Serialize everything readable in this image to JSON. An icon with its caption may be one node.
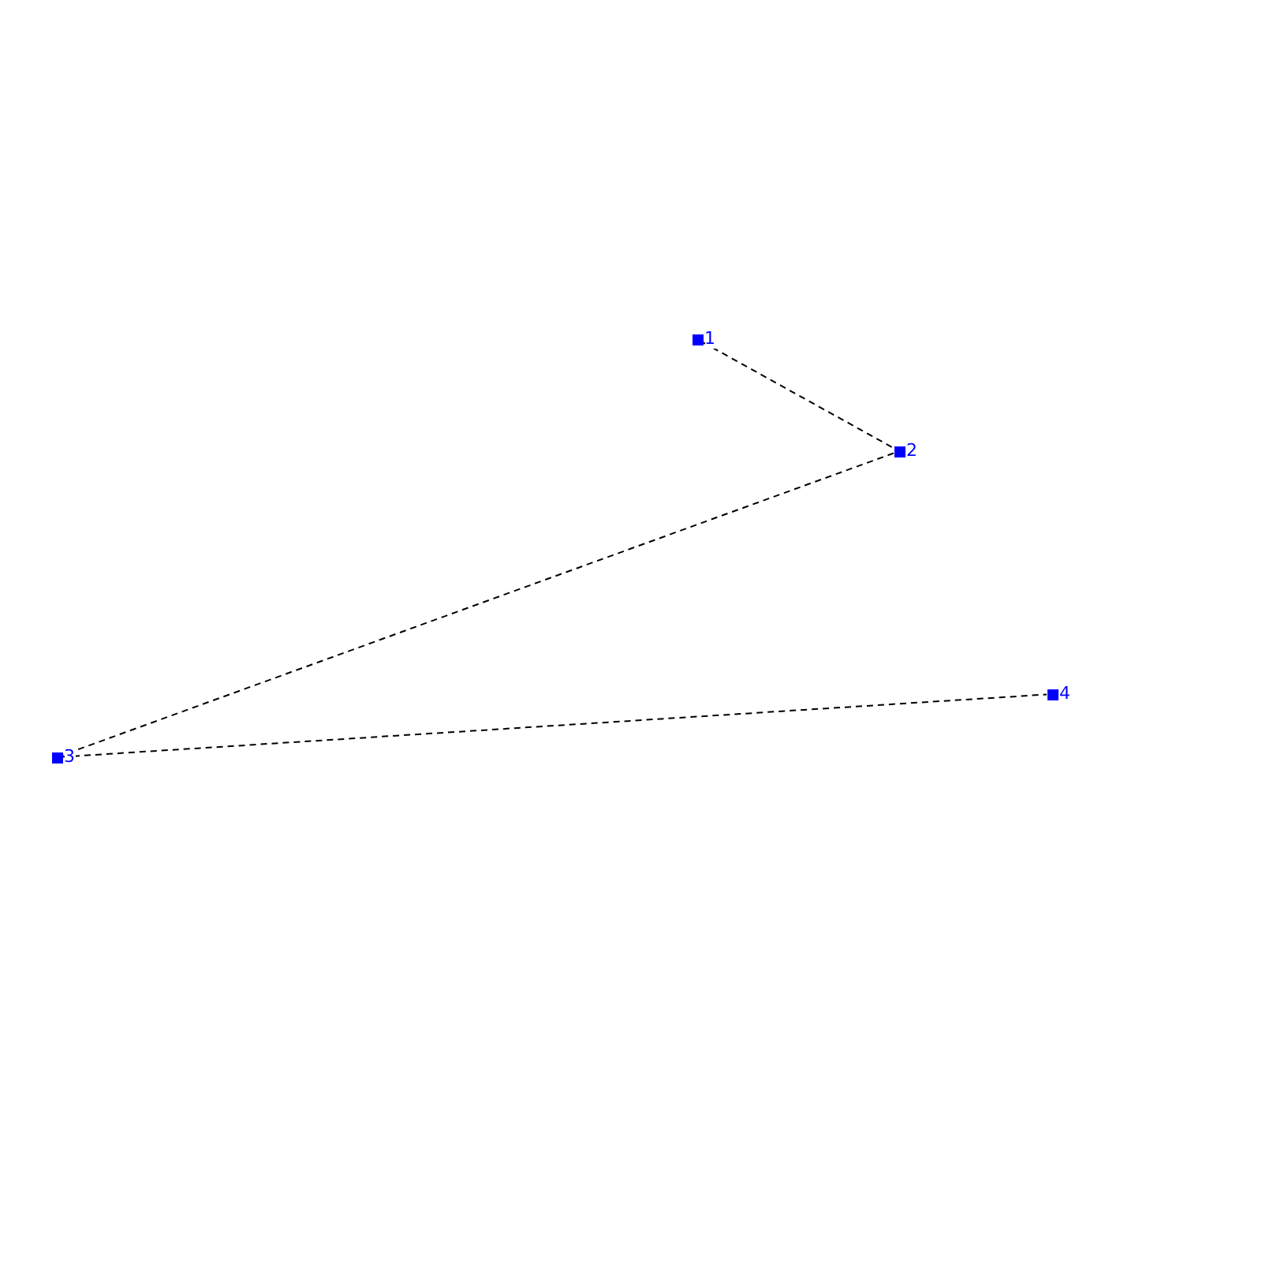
{
  "diagram": {
    "nodes": [
      {
        "text": [],
        "shape": "box",
        "beside": [
          "1"
        ]
      },
      {
        "text": [],
        "shape": "box",
        "beside": [
          "2"
        ]
      },
      {
        "text": [],
        "shape": "box",
        "beside": [
          "3"
        ]
      },
      {
        "text": [],
        "shape": "box",
        "beside": [
          "4"
        ]
      }
    ],
    "edges": [
      {
        "from": 0,
        "to": 1,
        "arrow": "none",
        "style": "dashed"
      },
      {
        "from": 1,
        "to": 2,
        "arrow": "none",
        "style": "dashed"
      },
      {
        "from": 2,
        "to": 3,
        "arrow": "none",
        "style": "dashed"
      }
    ]
  }
}
